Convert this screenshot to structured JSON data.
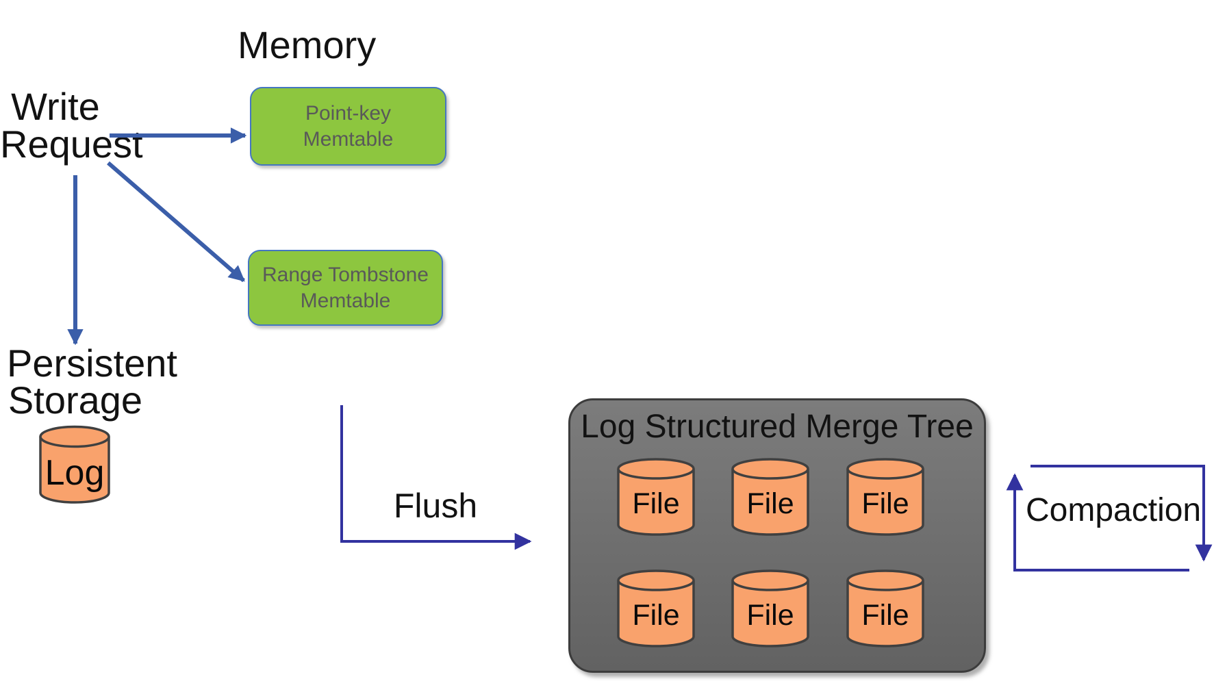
{
  "diagram": {
    "type": "architecture-diagram",
    "topic": "LSM tree write path"
  },
  "memory_section": {
    "title": "Memory",
    "memtables": [
      {
        "line1": "Point-key",
        "line2": "Memtable"
      },
      {
        "line1": "Range Tombstone",
        "line2": "Memtable"
      }
    ]
  },
  "write_request": {
    "line1": "Write",
    "line2": "Request"
  },
  "persistent_storage": {
    "line1": "Persistent",
    "line2": "Storage",
    "log_label": "Log"
  },
  "flush": {
    "label": "Flush"
  },
  "compaction": {
    "label": "Compaction"
  },
  "lsm_tree": {
    "title": "Log Structured Merge Tree",
    "files": [
      "File",
      "File",
      "File",
      "File",
      "File",
      "File"
    ]
  },
  "colors": {
    "write_arrow_blue": "#3B5EA9",
    "flush_compaction_navy": "#32329F",
    "memtable_green_fill": "#8DC63F",
    "memtable_border_blue": "#4576C1",
    "memtable_text_gray": "#595959",
    "cylinder_orange_fill": "#F9A26C",
    "cylinder_stroke_gray": "#404040",
    "lsm_box_gray": "#6E6E6E",
    "lsm_box_border": "#3C3C3C",
    "label_text": "#121212"
  }
}
